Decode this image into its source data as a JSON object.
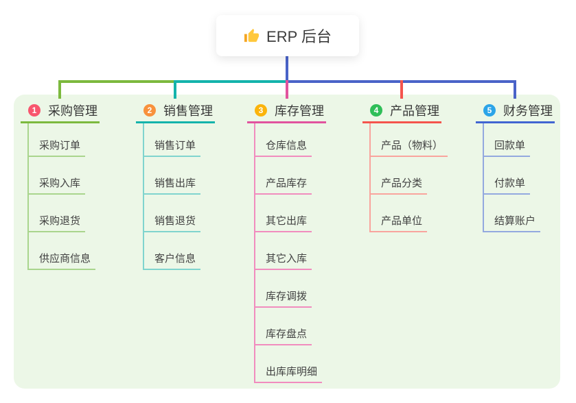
{
  "root": {
    "icon": "thumbs-up",
    "title": "ERP 后台"
  },
  "colors": {
    "canvas_bg": "#FFFFFF",
    "panel_bg": "#ECF7E7",
    "trunk_blue": "#4A63C8",
    "title_text": "#3C3C3C",
    "header_text": "#383838",
    "child_text": "#414141",
    "thumb_hand": "#FFC83D",
    "thumb_cuff": "#F5A623"
  },
  "branches": [
    {
      "number": "1",
      "label": "采购管理",
      "badge_color": "#F8566E",
      "line_color": "#7CB93E",
      "child_line_color": "#A9D58D",
      "children": [
        "采购订单",
        "采购入库",
        "采购退货",
        "供应商信息"
      ]
    },
    {
      "number": "2",
      "label": "销售管理",
      "badge_color": "#F8913C",
      "line_color": "#14B3AB",
      "child_line_color": "#7FD4CE",
      "children": [
        "销售订单",
        "销售出库",
        "销售退货",
        "客户信息"
      ]
    },
    {
      "number": "3",
      "label": "库存管理",
      "badge_color": "#FBB40B",
      "line_color": "#E1539E",
      "child_line_color": "#F18CBE",
      "children": [
        "仓库信息",
        "产品库存",
        "其它出库",
        "其它入库",
        "库存调拨",
        "库存盘点",
        "出库库明细"
      ]
    },
    {
      "number": "4",
      "label": "产品管理",
      "badge_color": "#2FBE58",
      "line_color": "#F4544D",
      "child_line_color": "#F9A49D",
      "children": [
        "产品（物料）",
        "产品分类",
        "产品单位"
      ]
    },
    {
      "number": "5",
      "label": "财务管理",
      "badge_color": "#2BA4E8",
      "line_color": "#4165D2",
      "child_line_color": "#93A9DF",
      "children": [
        "回款单",
        "付款单",
        "结算账户"
      ]
    }
  ]
}
